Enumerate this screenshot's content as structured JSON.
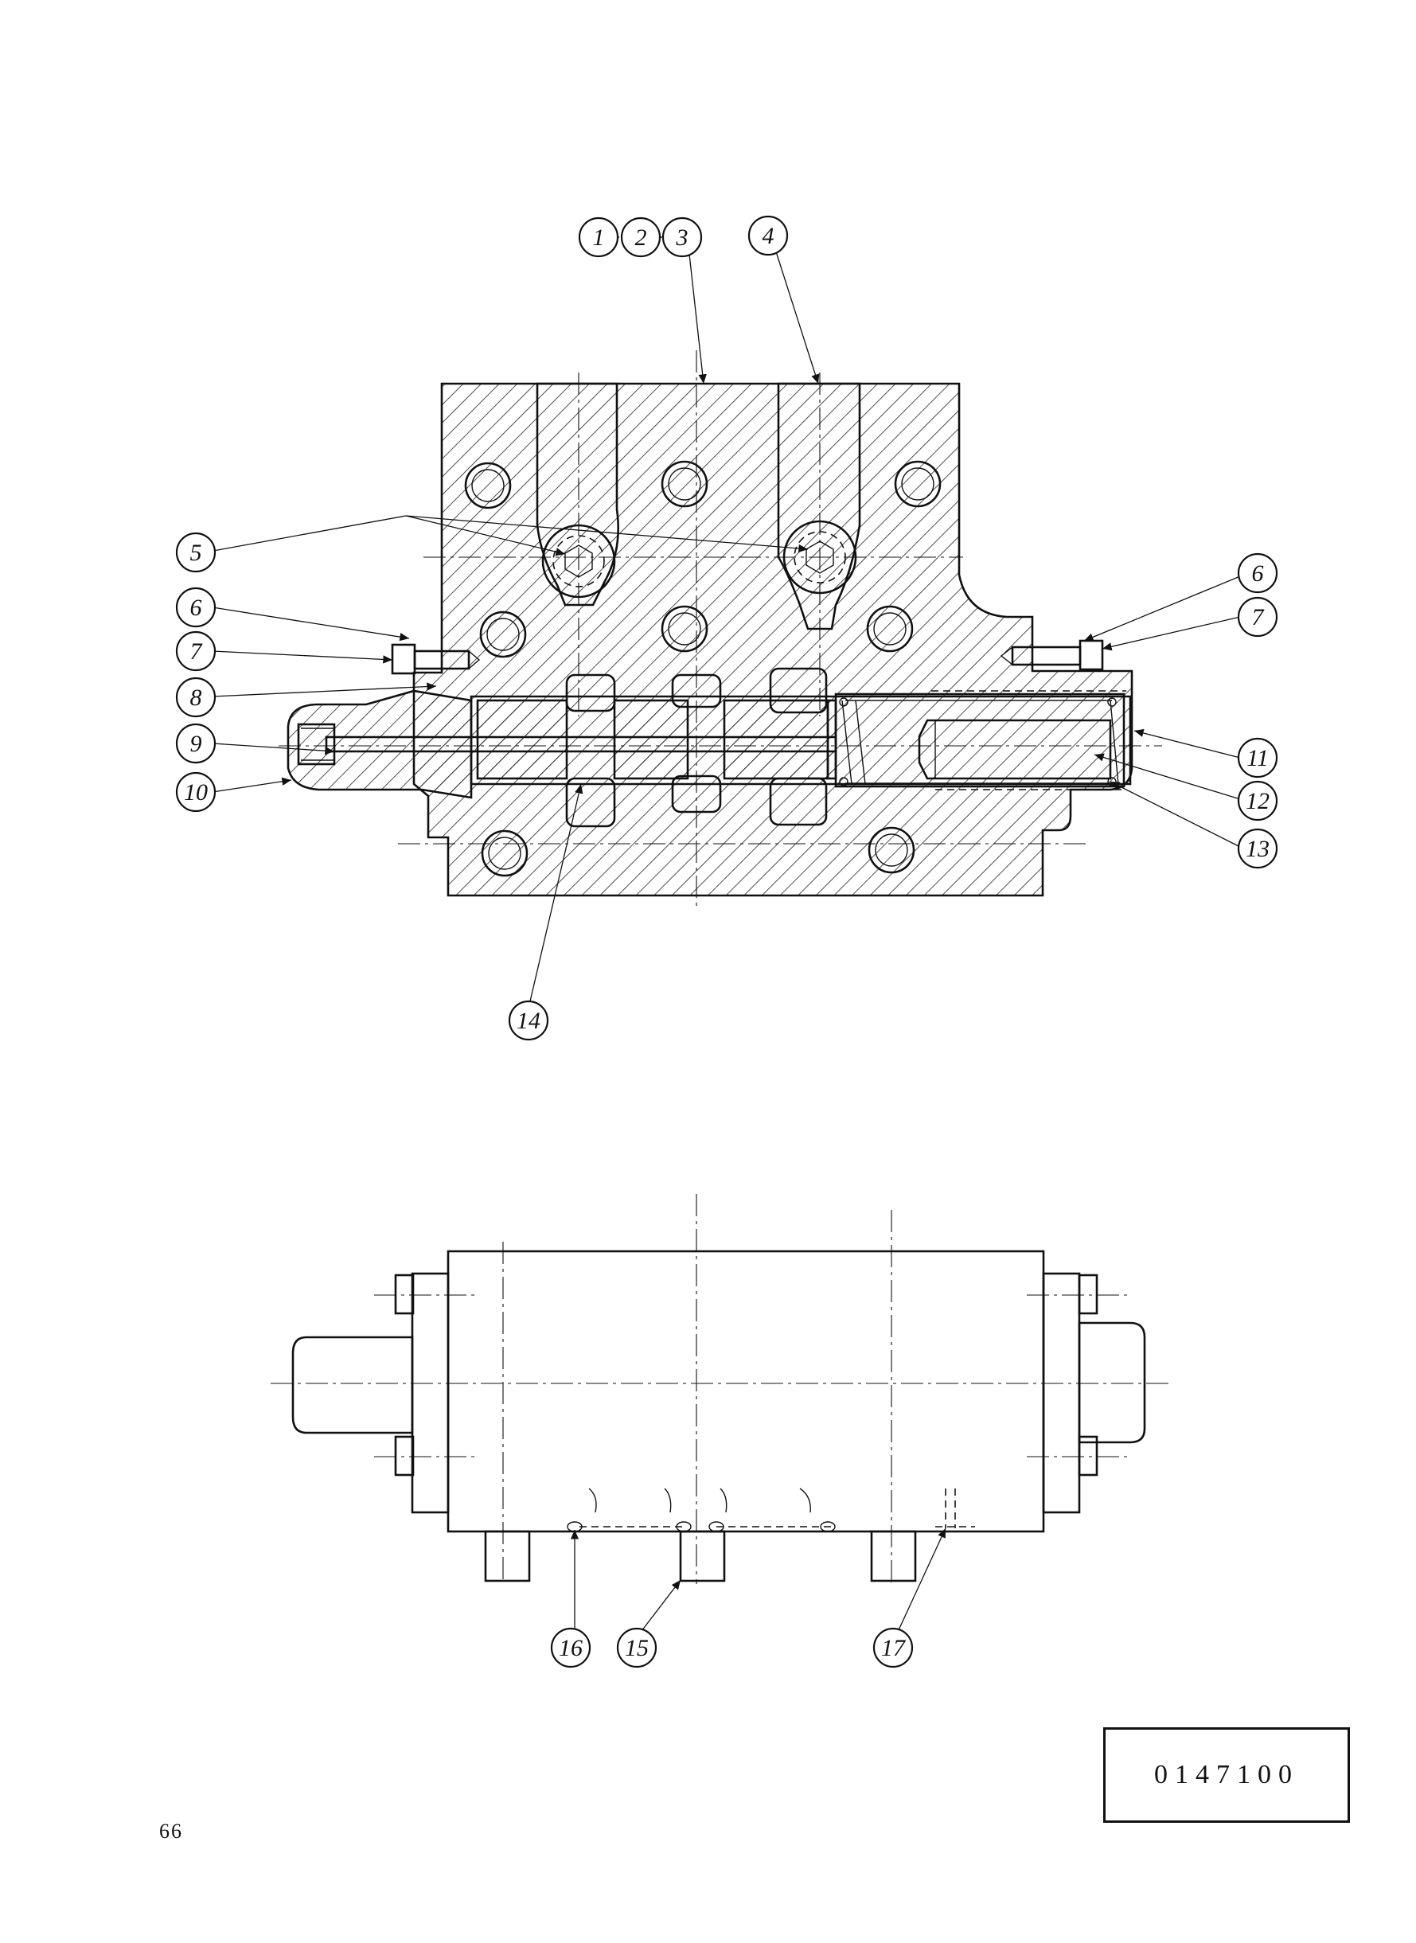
{
  "callouts": {
    "c1": "1",
    "c2": "2",
    "c3": "3",
    "c4": "4",
    "c5": "5",
    "c6": "6",
    "c7": "7",
    "c8": "8",
    "c9": "9",
    "c10": "10",
    "c11": "11",
    "c12": "12",
    "c13": "13",
    "c14": "14",
    "c15": "15",
    "c16": "16",
    "c17": "17"
  },
  "reference_number": "0147100",
  "page_number": "66"
}
